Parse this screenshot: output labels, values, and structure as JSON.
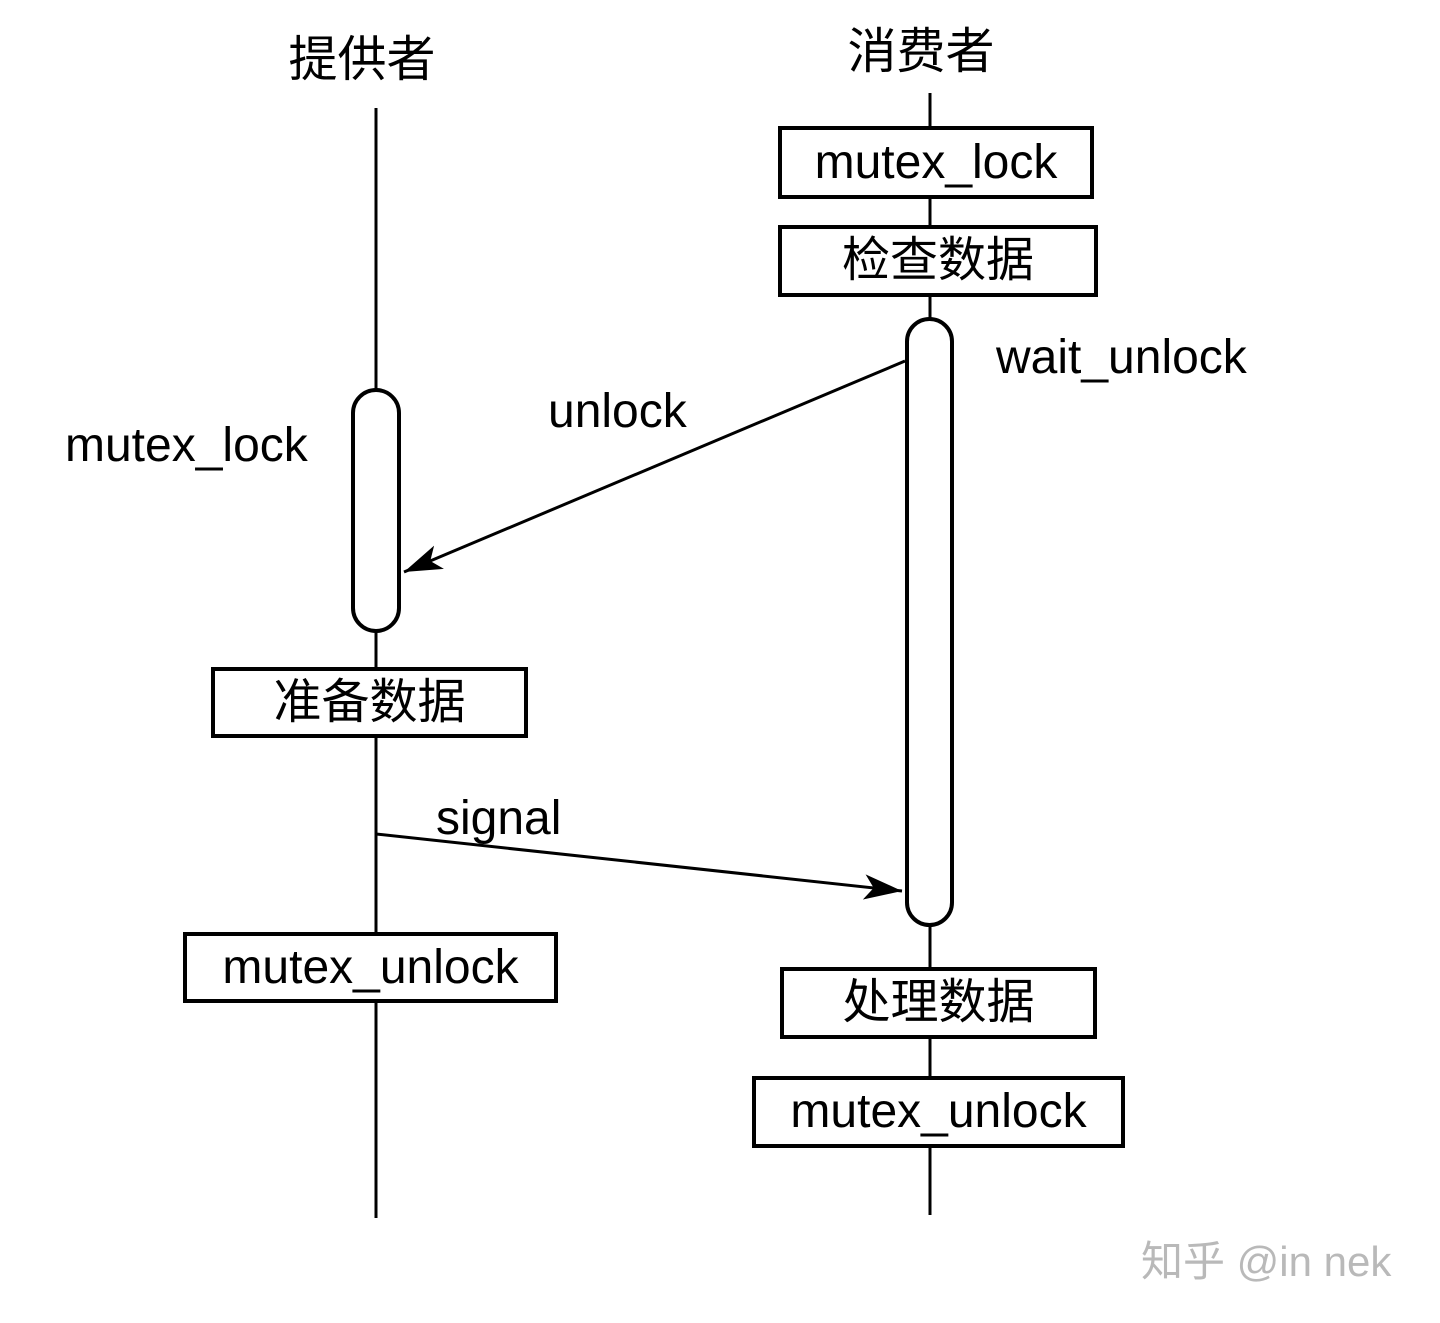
{
  "diagram": {
    "type": "sequence-diagram",
    "provider": {
      "title": "提供者",
      "activation_label": "mutex_lock",
      "boxes": {
        "prepare_data": "准备数据",
        "mutex_unlock": "mutex_unlock"
      }
    },
    "consumer": {
      "title": "消费者",
      "boxes": {
        "mutex_lock": "mutex_lock",
        "check_data": "检查数据",
        "process_data": "处理数据",
        "mutex_unlock": "mutex_unlock"
      },
      "activation_label": "wait_unlock"
    },
    "messages": {
      "unlock": "unlock",
      "signal": "signal"
    },
    "watermark": "知乎 @in nek",
    "colors": {
      "line": "#000000",
      "text": "#000000",
      "node_fill": "#ffffff",
      "background": "#ffffff",
      "watermark": "#b9b9b9"
    }
  }
}
